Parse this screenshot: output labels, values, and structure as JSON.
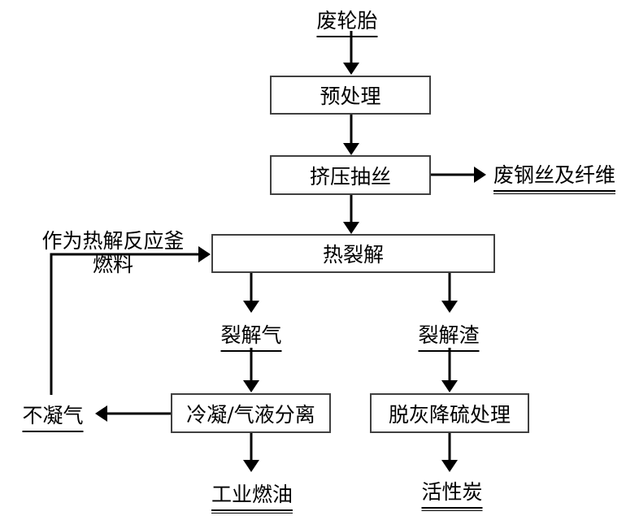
{
  "diagram": {
    "nodes": {
      "waste_tire": "废轮胎",
      "pretreatment": "预处理",
      "extrusion_drawing": "挤压抽丝",
      "waste_steel_and_fiber": "废钢丝及纤维",
      "pyrolysis": "热裂解",
      "fuel_note": {
        "line1": "作为热解反应釜",
        "line2": "燃料"
      },
      "pyrolysis_gas": "裂解气",
      "pyrolysis_residue": "裂解渣",
      "non_condensable_gas": "不凝气",
      "condensation_separation": "冷凝/气液分离",
      "deash_desulfur_treatment": "脱灰降硫处理",
      "industrial_fuel_oil": "工业燃油",
      "activated_carbon": "活性炭"
    },
    "colors": {
      "arrow": "#000000",
      "box_border": "#404040",
      "text": "#000000",
      "background": "#ffffff"
    }
  }
}
